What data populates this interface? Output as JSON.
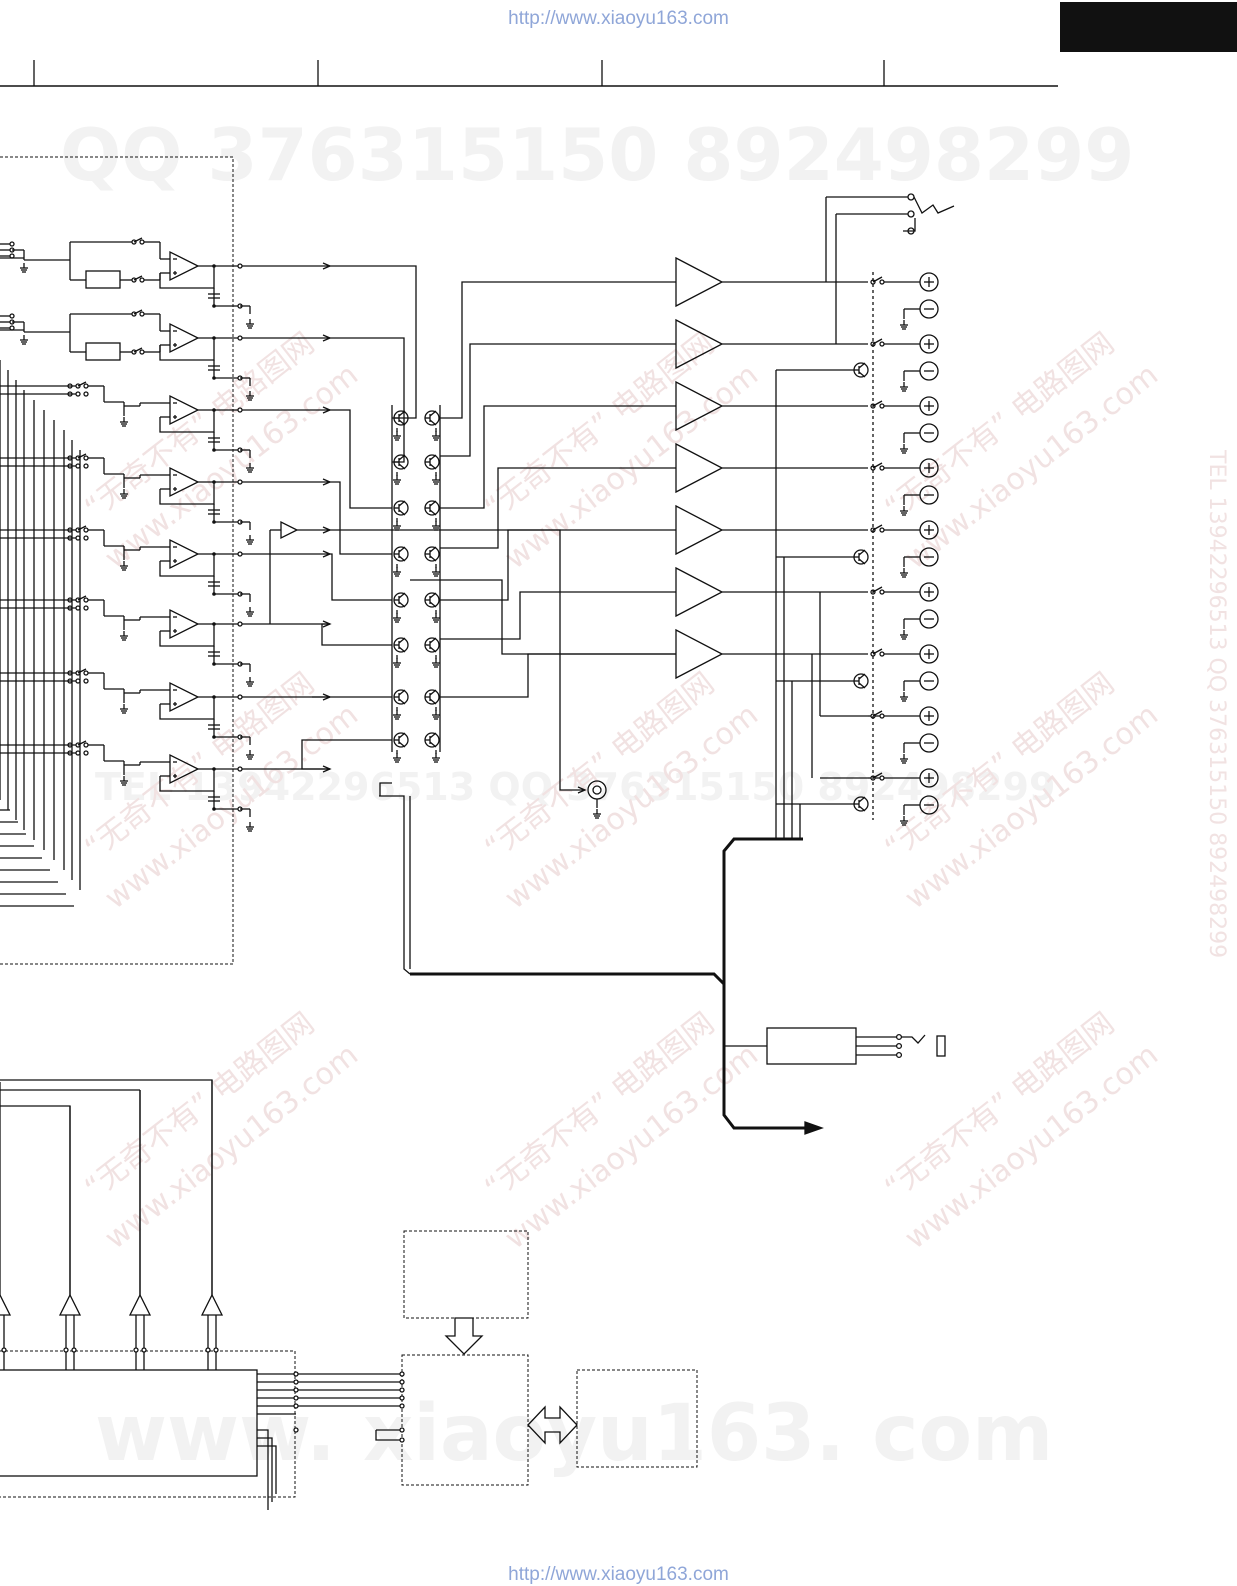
{
  "header": {
    "url_top": "http://www.xiaoyu163.com",
    "url_bottom": "http://www.xiaoyu163.com"
  },
  "watermarks": {
    "qq_line": "QQ 376315150   892498299",
    "tel_line": "TEL 13942296513   QQ 376315150   892498299",
    "site_big": "www. xiaoyu163. com",
    "cn_tag": "“无奇不有” 电路图网",
    "site_small": "www.xiaoyu163.com"
  },
  "colors": {
    "line": "#111111",
    "url": "#8fa6d8",
    "watermark": "#f2f2f2"
  },
  "symbols": {
    "plus": "+",
    "minus": "−"
  }
}
